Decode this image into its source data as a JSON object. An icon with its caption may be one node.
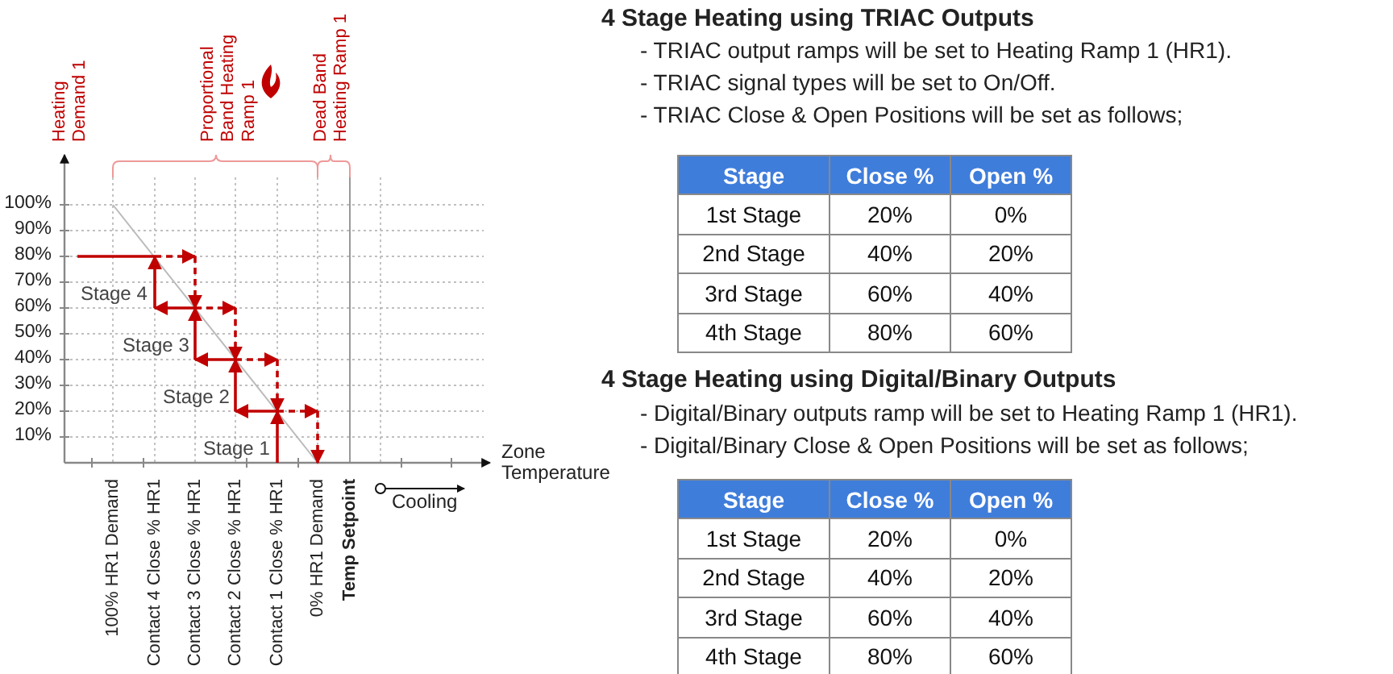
{
  "diagram": {
    "labels": [
      "Heating Demand 1",
      "Proportional Band Heating Ramp 1",
      "Dead Band Heating Ramp 1",
      "100%",
      "90%",
      "80%",
      "70%",
      "60%",
      "50%",
      "40%",
      "30%",
      "20%",
      "10%",
      "Stage 4",
      "Stage 3",
      "Stage 2",
      "Stage 1",
      "Zone Temperature",
      "100% HR1 Demand",
      "Contact 4 Close % HR1",
      "Contact 3 Close % HR1",
      "Contact 2 Close % HR1",
      "Contact 1 Close % HR1",
      "0% HR1 Demand",
      "Temp Setpoint",
      "Cooling",
      "4 Stage Heating using TRIAC Outputs",
      "- TRIAC output ramps will be set to Heating Ramp 1 (HR1).",
      "- TRIAC signal types will be set to On/Off.",
      "- TRIAC Close & Open Positions will be set as follows;",
      "Stage",
      "Close %",
      "Open %",
      "1st Stage",
      "20%",
      "0%",
      "2nd Stage",
      "40%",
      "20%",
      "3rd Stage",
      "60%",
      "40%",
      "4th Stage",
      "80%",
      "60%",
      "4 Stage Heating using Digital/Binary Outputs",
      "- Digital/Binary outputs ramp will be set to Heating Ramp 1 (HR1).",
      "- Digital/Binary Close & Open Positions will be set as follows;",
      "Stage",
      "Close %",
      "Open %",
      "1st Stage",
      "20%",
      "0%",
      "2nd Stage",
      "40%",
      "20%",
      "3rd Stage",
      "60%",
      "40%",
      "4th Stage",
      "80%",
      "60%"
    ]
  }
}
